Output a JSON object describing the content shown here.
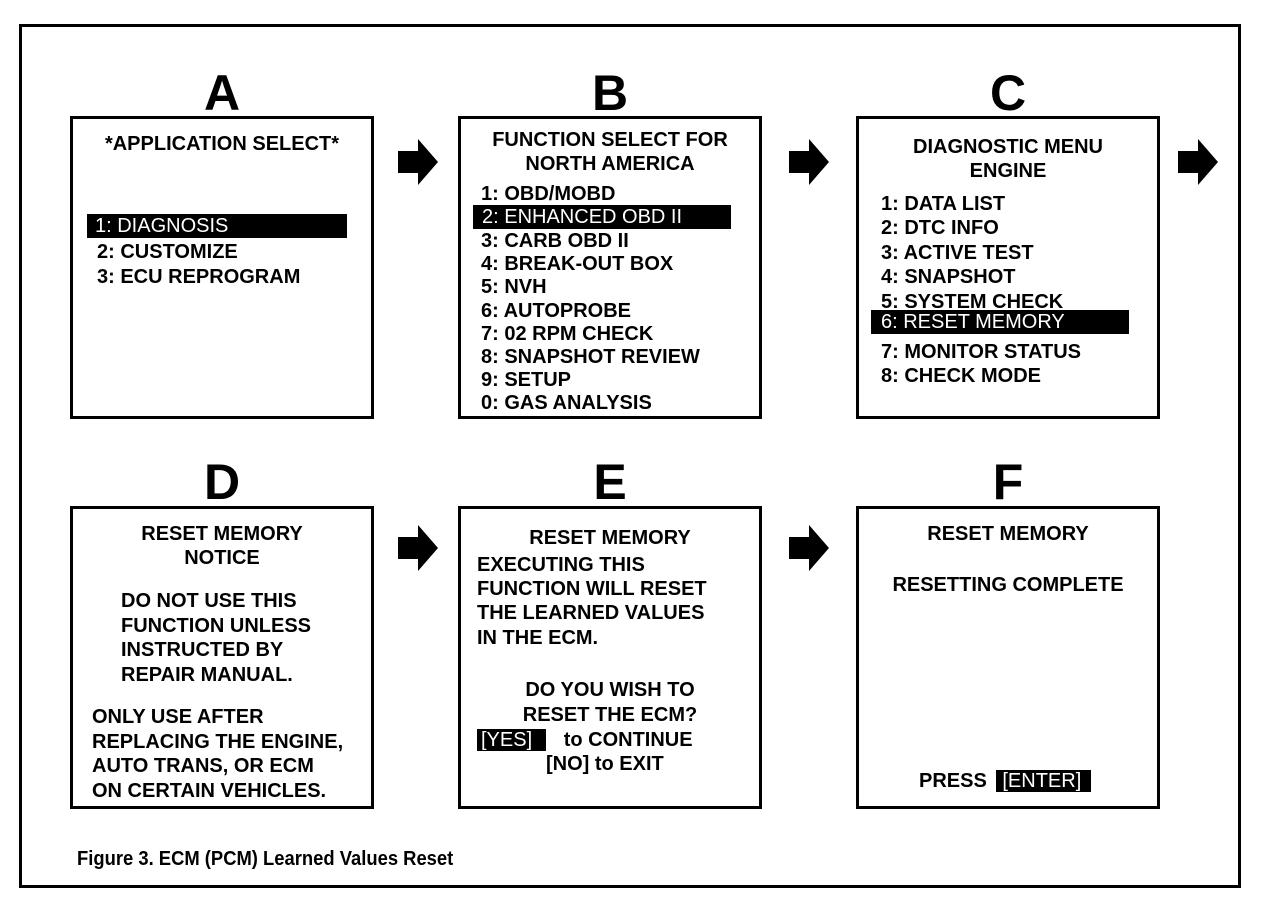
{
  "figure": {
    "caption": "Figure 3. ECM (PCM) Learned Values Reset"
  },
  "panels": {
    "a": {
      "letter": "A",
      "title": "*APPLICATION SELECT*",
      "items": [
        "1: DIAGNOSIS",
        "2:  CUSTOMIZE",
        "3:  ECU REPROGRAM"
      ],
      "selected_index": 0
    },
    "b": {
      "letter": "B",
      "title_line1": "FUNCTION SELECT FOR",
      "title_line2": "NORTH AMERICA",
      "items": [
        "1:  OBD/MOBD",
        "2:  ENHANCED OBD II",
        "3:  CARB OBD II",
        "4:  BREAK-OUT BOX",
        "5:  NVH",
        "6:  AUTOPROBE",
        "7:  02 RPM CHECK",
        "8:  SNAPSHOT REVIEW",
        "9:  SETUP",
        "0:  GAS ANALYSIS"
      ],
      "selected_index": 1
    },
    "c": {
      "letter": "C",
      "title_line1": "DIAGNOSTIC MENU",
      "title_line2": "ENGINE",
      "items": [
        "1:  DATA LIST",
        "2:  DTC INFO",
        "3:  ACTIVE TEST",
        "4:  SNAPSHOT",
        "5:  SYSTEM CHECK",
        "6:  RESET MEMORY",
        "7:  MONITOR STATUS",
        "8:  CHECK MODE"
      ],
      "selected_index": 5
    },
    "d": {
      "letter": "D",
      "title_line1": "RESET MEMORY",
      "title_line2": "NOTICE",
      "notice_lines": [
        "DO NOT USE THIS",
        "FUNCTION UNLESS",
        "INSTRUCTED BY",
        "REPAIR MANUAL."
      ],
      "only_lines": [
        "ONLY USE AFTER",
        "REPLACING THE ENGINE,",
        "AUTO TRANS, OR ECM",
        "ON CERTAIN VEHICLES."
      ]
    },
    "e": {
      "letter": "E",
      "title": "RESET MEMORY",
      "body_lines": [
        "EXECUTING THIS",
        "FUNCTION WILL RESET",
        "THE LEARNED VALUES",
        "IN THE ECM."
      ],
      "question_lines": [
        "DO YOU WISH TO",
        "RESET THE ECM?"
      ],
      "yes_key": "[YES]",
      "yes_text": "to CONTINUE",
      "no_line": "[NO] to EXIT"
    },
    "f": {
      "letter": "F",
      "title": "RESET MEMORY",
      "status": "RESETTING COMPLETE",
      "press_text": "PRESS",
      "enter_key": "[ENTER]"
    }
  }
}
